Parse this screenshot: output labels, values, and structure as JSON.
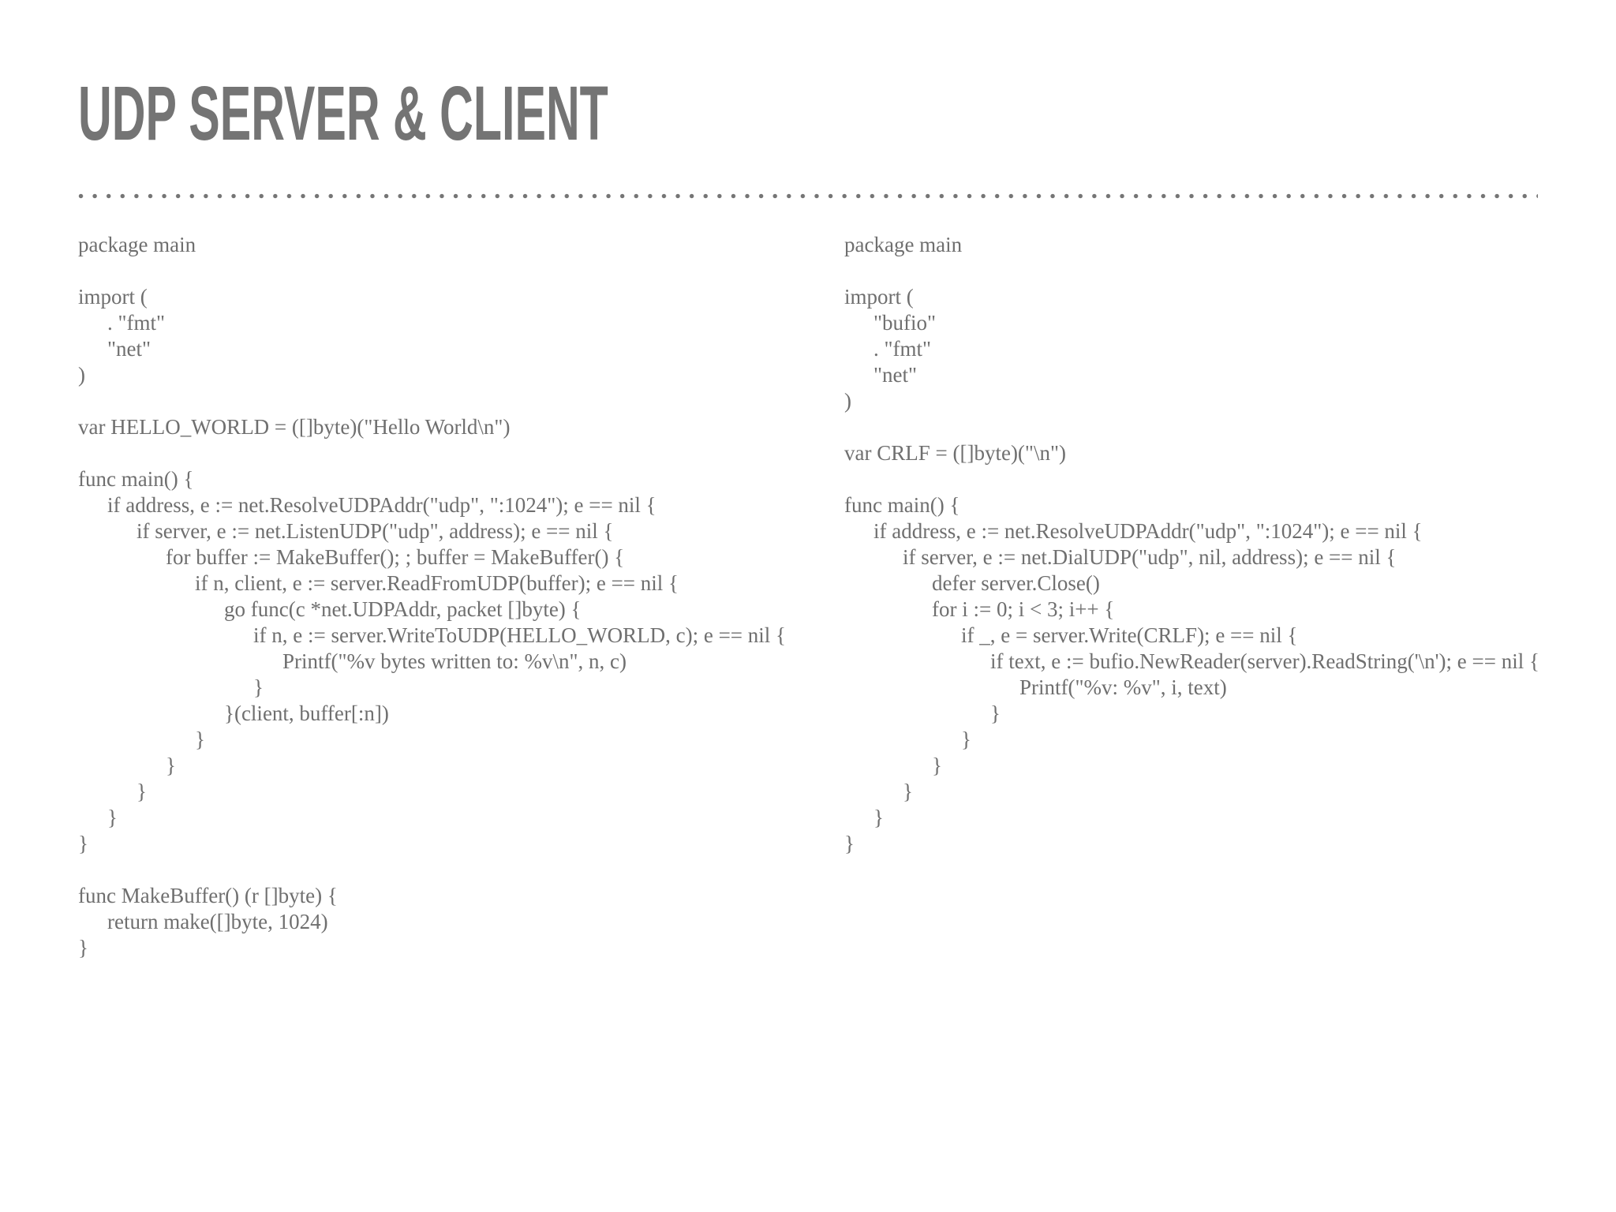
{
  "slide": {
    "title": "UDP SERVER & CLIENT"
  },
  "theme": {
    "background": "#ffffff",
    "title_color": "#747474",
    "code_color": "#6f6f6f",
    "dot_color": "#757575"
  },
  "columns": [
    {
      "id": "udp-server-code",
      "lines": [
        [
          0,
          "package main"
        ],
        [
          0,
          ""
        ],
        [
          0,
          "import ("
        ],
        [
          1,
          ". \"fmt\""
        ],
        [
          1,
          "\"net\""
        ],
        [
          0,
          ")"
        ],
        [
          0,
          ""
        ],
        [
          0,
          "var HELLO_WORLD = ([]byte)(\"Hello World\\n\")"
        ],
        [
          0,
          ""
        ],
        [
          0,
          "func main() {"
        ],
        [
          1,
          "if address, e := net.ResolveUDPAddr(\"udp\", \":1024\"); e == nil {"
        ],
        [
          2,
          "if server, e := net.ListenUDP(\"udp\", address); e == nil {"
        ],
        [
          3,
          "for buffer := MakeBuffer(); ; buffer = MakeBuffer() {"
        ],
        [
          4,
          "if n, client, e := server.ReadFromUDP(buffer); e == nil {"
        ],
        [
          5,
          "go func(c *net.UDPAddr, packet []byte) {"
        ],
        [
          6,
          "if n, e := server.WriteToUDP(HELLO_WORLD, c); e == nil {"
        ],
        [
          7,
          "Printf(\"%v bytes written to: %v\\n\", n, c)"
        ],
        [
          6,
          "}"
        ],
        [
          5,
          "}(client, buffer[:n])"
        ],
        [
          4,
          "}"
        ],
        [
          3,
          "}"
        ],
        [
          2,
          "}"
        ],
        [
          1,
          "}"
        ],
        [
          0,
          "}"
        ],
        [
          0,
          ""
        ],
        [
          0,
          "func MakeBuffer() (r []byte) {"
        ],
        [
          1,
          "return make([]byte, 1024)"
        ],
        [
          0,
          "}"
        ]
      ]
    },
    {
      "id": "udp-client-code",
      "lines": [
        [
          0,
          "package main"
        ],
        [
          0,
          ""
        ],
        [
          0,
          "import ("
        ],
        [
          1,
          "\"bufio\""
        ],
        [
          1,
          ". \"fmt\""
        ],
        [
          1,
          "\"net\""
        ],
        [
          0,
          ")"
        ],
        [
          0,
          ""
        ],
        [
          0,
          "var CRLF = ([]byte)(\"\\n\")"
        ],
        [
          0,
          ""
        ],
        [
          0,
          "func main() {"
        ],
        [
          1,
          "if address, e := net.ResolveUDPAddr(\"udp\", \":1024\"); e == nil {"
        ],
        [
          2,
          "if server, e := net.DialUDP(\"udp\", nil, address); e == nil {"
        ],
        [
          3,
          "defer server.Close()"
        ],
        [
          3,
          "for i := 0; i < 3; i++ {"
        ],
        [
          4,
          "if _, e = server.Write(CRLF); e == nil {"
        ],
        [
          5,
          "if text, e := bufio.NewReader(server).ReadString('\\n'); e == nil {"
        ],
        [
          6,
          "Printf(\"%v: %v\", i, text)"
        ],
        [
          5,
          "}"
        ],
        [
          4,
          "}"
        ],
        [
          3,
          "}"
        ],
        [
          2,
          "}"
        ],
        [
          1,
          "}"
        ],
        [
          0,
          "}"
        ]
      ]
    }
  ]
}
